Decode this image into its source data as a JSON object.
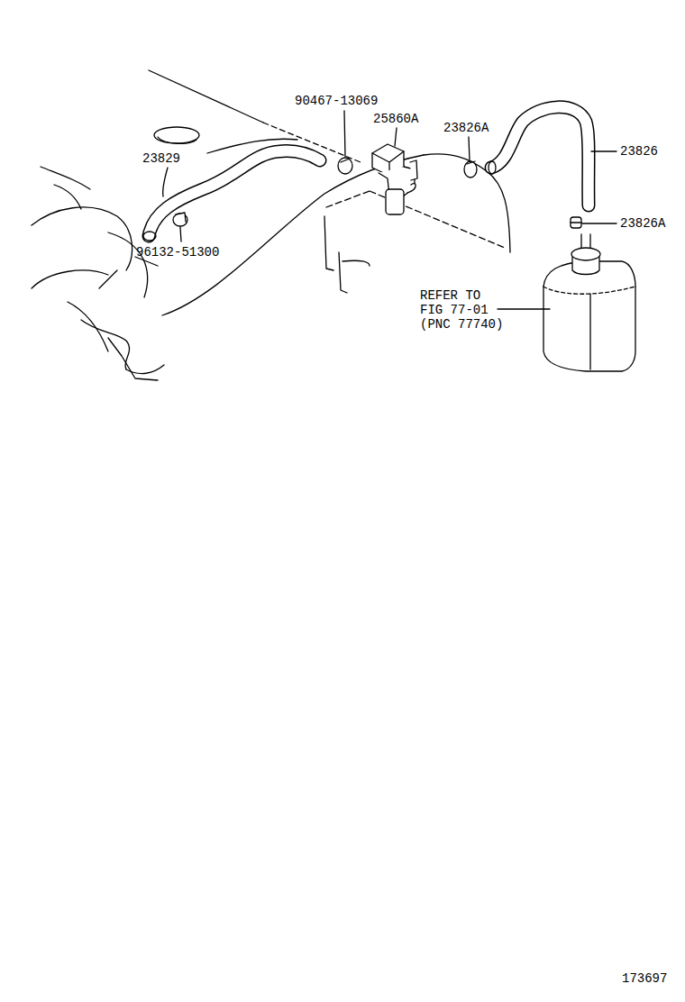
{
  "diagram": {
    "labels": [
      "90467-13069",
      "25860A",
      "23826A",
      "23829",
      "23826",
      "23826A",
      "96132-51300",
      "REFER TO FIG 77-01 (PNC 77740)",
      "173697"
    ]
  }
}
